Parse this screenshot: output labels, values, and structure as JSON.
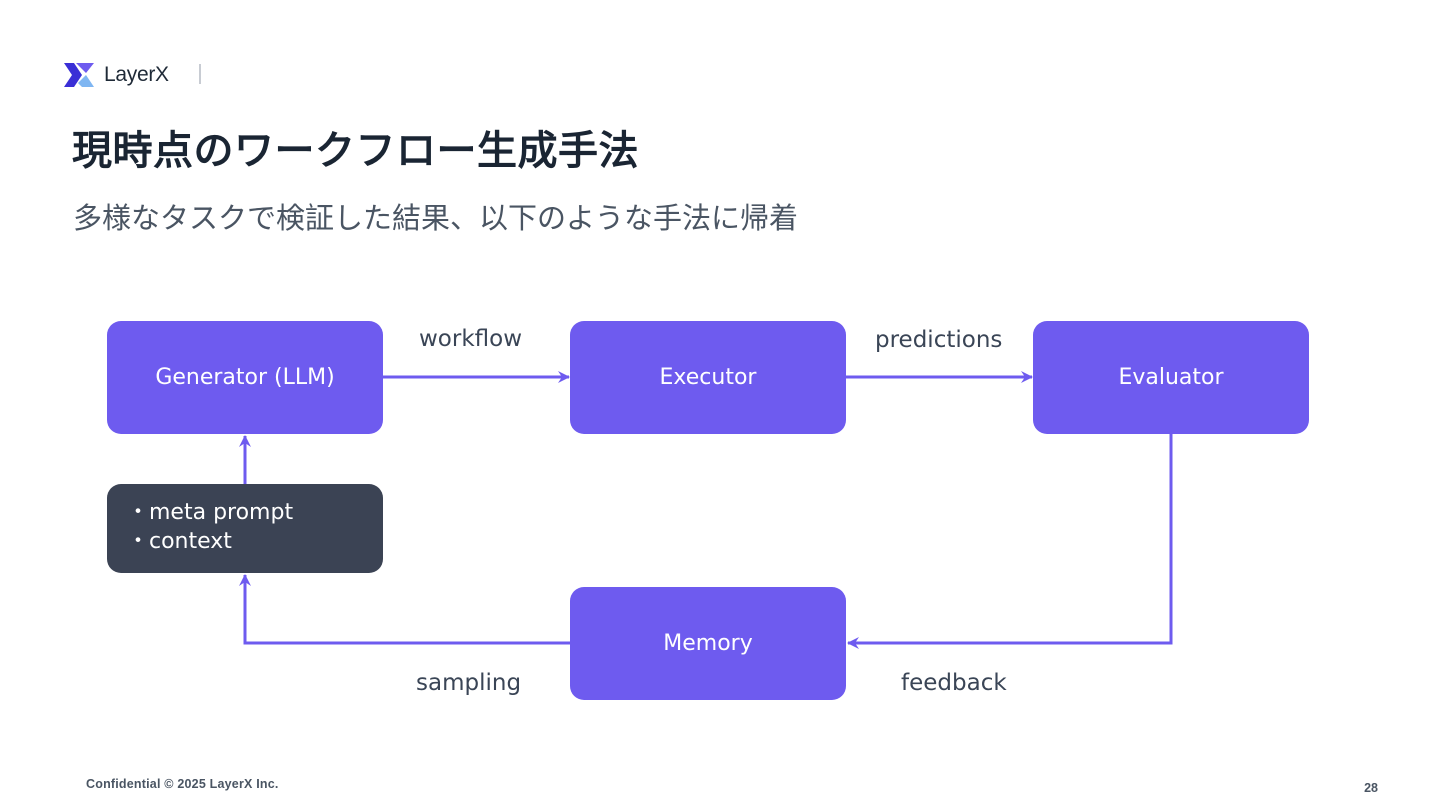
{
  "brand": {
    "name": "LayerX",
    "logo_icon": "layerx-logo-icon",
    "accent": "#6e5bef"
  },
  "slide": {
    "title": "現時点のワークフロー生成手法",
    "subtitle": "多様なタスクで検証した結果、以下のような手法に帰着"
  },
  "diagram": {
    "nodes": {
      "generator": "Generator (LLM)",
      "executor": "Executor",
      "evaluator": "Evaluator",
      "memory": "Memory",
      "inputs": [
        "・meta prompt",
        "・context"
      ]
    },
    "edges": {
      "generator_to_executor": "workflow",
      "executor_to_evaluator": "predictions",
      "evaluator_to_memory": "feedback",
      "memory_to_inputs": "sampling"
    },
    "colors": {
      "node": "#6e5bef",
      "input_box": "#3b4354",
      "arrow": "#6e5bef"
    }
  },
  "footer": {
    "confidential": "Confidential © 2025 LayerX Inc.",
    "page_number": "28"
  }
}
